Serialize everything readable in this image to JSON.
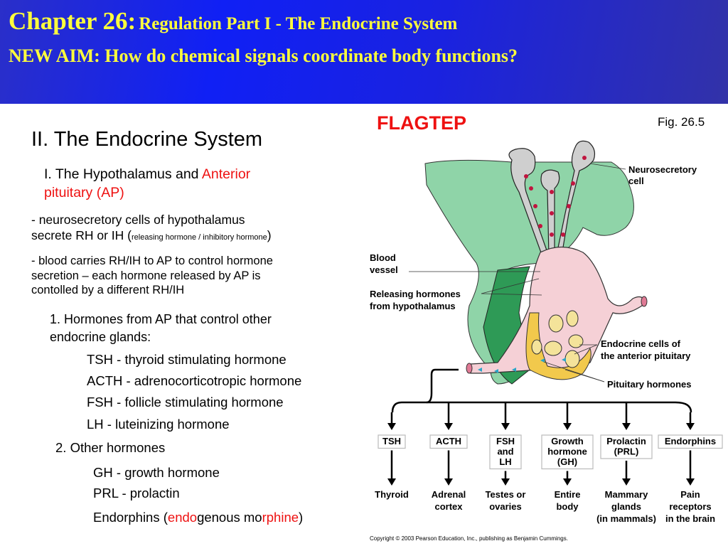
{
  "header": {
    "chapter": "Chapter 26:",
    "chapter_title": "Regulation Part I - The Endocrine System",
    "aim": "NEW AIM: How do chemical signals coordinate body functions?",
    "colors": {
      "background": "#1020f5",
      "text": "#ffff3c"
    }
  },
  "content": {
    "section": "II. The Endocrine System",
    "subsection_black": "I. The Hypothalamus and ",
    "subsection_red_1": "Anterior",
    "subsection_red_2": "pituitary (AP)",
    "bullet1_line1": "- neurosecretory cells of hypothalamus",
    "bullet1_line2": "secrete RH or IH (",
    "bullet1_note": "releasing hormone / inhibitory hormone",
    "bullet1_close": ")",
    "bullet2_line1": "- blood carries RH/IH to AP to control hormone",
    "bullet2_line2": "secretion – each hormone released by AP is",
    "bullet2_line3": "contolled by a different RH/IH",
    "list1_heading_1": "1. Hormones from AP that control other",
    "list1_heading_2": "endocrine glands:",
    "list1": [
      "TSH - thyroid stimulating hormone",
      "ACTH - adrenocorticotropic hormone",
      "FSH - follicle stimulating hormone",
      "LH - luteinizing hormone"
    ],
    "list2_heading": "2. Other hormones",
    "list2": [
      "GH - growth hormone",
      "PRL - prolactin"
    ],
    "endorphins": {
      "prefix": "Endorphins (",
      "red1": "endo",
      "mid": "genous mo",
      "red2": "rphine",
      "suffix": ")"
    },
    "accent_color": "#ee1111"
  },
  "figure": {
    "mnemonic": "FLAGTEP",
    "fig_label": "Fig. 26.5",
    "labels": {
      "neurosecretory_1": "Neurosecretory",
      "neurosecretory_2": "cell",
      "blood_1": "Blood",
      "blood_2": "vessel",
      "releasing_1": "Releasing hormones",
      "releasing_2": "from hypothalamus",
      "endocrine_1": "Endocrine cells of",
      "endocrine_2": "the anterior pituitary",
      "pituitary_hormones": "Pituitary hormones"
    },
    "hormones": [
      {
        "box": [
          "TSH"
        ],
        "target": [
          "Thyroid"
        ]
      },
      {
        "box": [
          "ACTH"
        ],
        "target": [
          "Adrenal",
          "cortex"
        ]
      },
      {
        "box": [
          "FSH",
          "and",
          "LH"
        ],
        "target": [
          "Testes or",
          "ovaries"
        ]
      },
      {
        "box": [
          "Growth",
          "hormone",
          "(GH)"
        ],
        "target": [
          "Entire",
          "body"
        ]
      },
      {
        "box": [
          "Prolactin",
          "(PRL)"
        ],
        "target": [
          "Mammary",
          "glands",
          "(in mammals)"
        ]
      },
      {
        "box": [
          "Endorphins"
        ],
        "target": [
          "Pain",
          "receptors",
          "in the brain"
        ]
      }
    ],
    "copyright": "Copyright © 2003 Pearson Education, Inc., publishing as Benjamin Cummings."
  }
}
